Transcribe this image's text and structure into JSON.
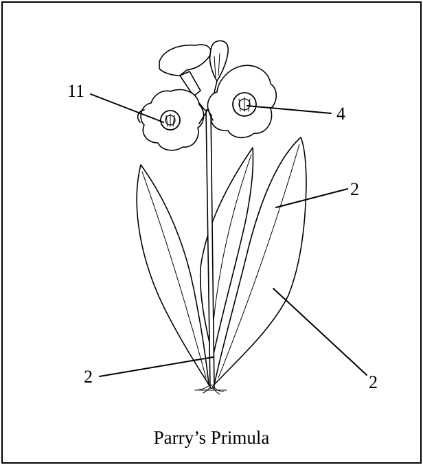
{
  "diagram": {
    "caption": "Parry’s Primula",
    "callouts": [
      {
        "id": "flower-left",
        "label": "11"
      },
      {
        "id": "flower-right-center",
        "label": "4"
      },
      {
        "id": "leaf-right-upper",
        "label": "2"
      },
      {
        "id": "leaf-right-lower",
        "label": "2"
      },
      {
        "id": "stem-base",
        "label": "2"
      }
    ]
  }
}
